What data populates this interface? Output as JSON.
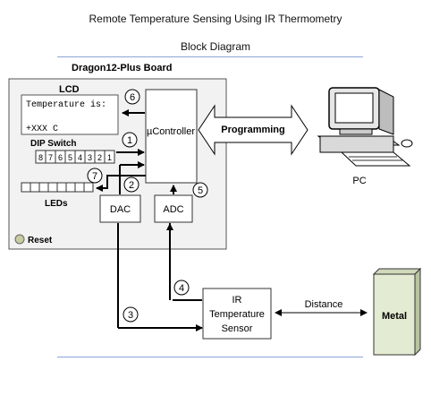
{
  "title": "Remote Temperature Sensing Using IR Thermometry",
  "subtitle": "Block Diagram",
  "board": {
    "label": "Dragon12-Plus Board"
  },
  "lcd": {
    "label": "LCD",
    "line1": "Temperature is:",
    "line2": "+XXX C"
  },
  "controller": {
    "label": "µController"
  },
  "dip_switch": {
    "label": "DIP Switch",
    "digits": [
      "8",
      "7",
      "6",
      "5",
      "4",
      "3",
      "2",
      "1"
    ]
  },
  "leds": {
    "label": "LEDs"
  },
  "dac": {
    "label": "DAC"
  },
  "adc": {
    "label": "ADC"
  },
  "reset": {
    "label": "Reset"
  },
  "programming": {
    "label": "Programming"
  },
  "pc": {
    "label": "PC"
  },
  "sensor": {
    "line1": "IR",
    "line2": "Temperature",
    "line3": "Sensor"
  },
  "distance": {
    "label": "Distance"
  },
  "metal": {
    "label": "Metal"
  },
  "markers": [
    "1",
    "2",
    "3",
    "4",
    "5",
    "6",
    "7"
  ],
  "colors": {
    "board_fill": "#f2f2f2",
    "metal_fill": "#e3ebd2",
    "rule": "#8aa6d6"
  }
}
